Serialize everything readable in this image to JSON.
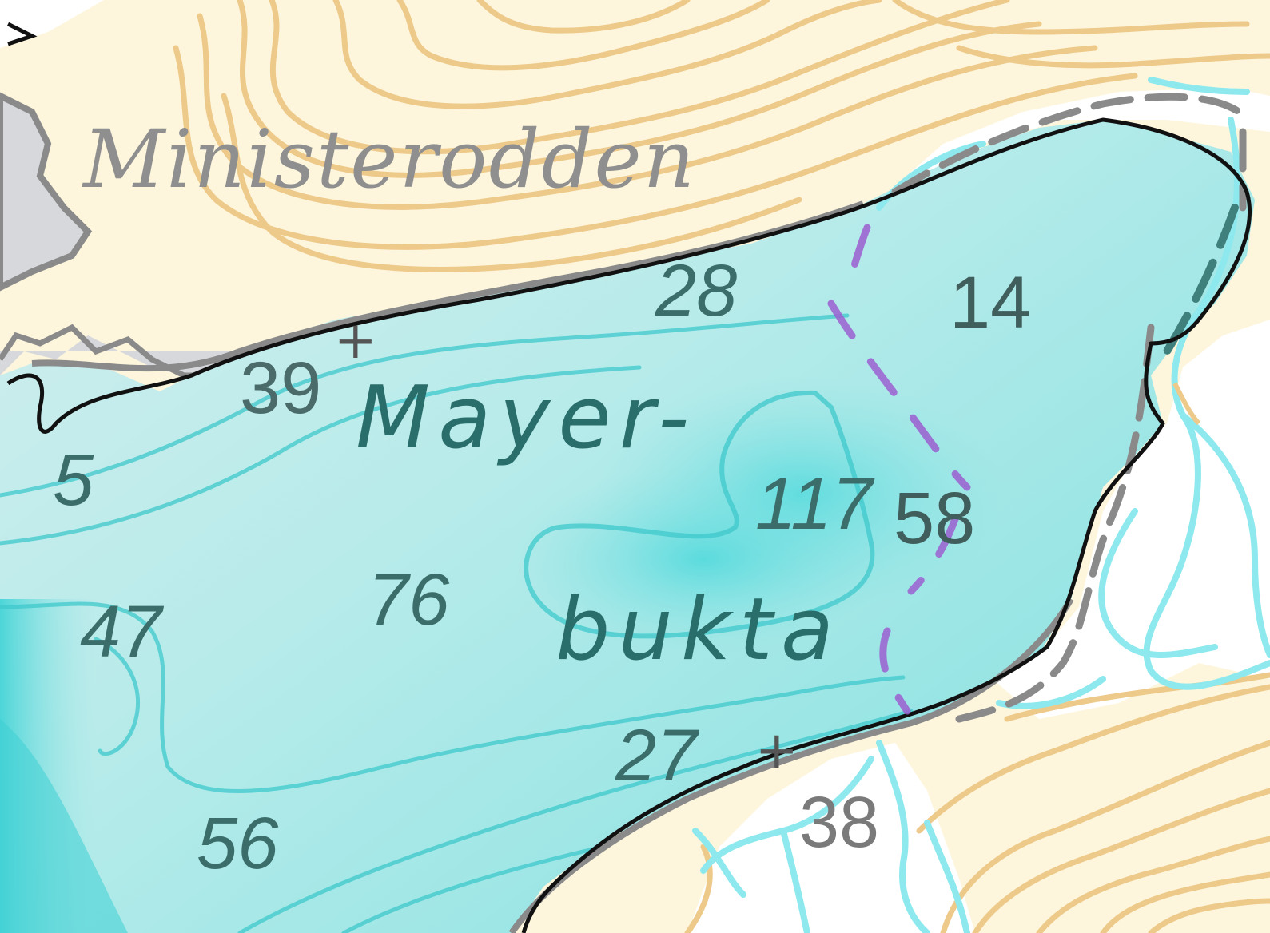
{
  "map": {
    "place_names": {
      "land": "Ministerodden",
      "bay_line1": "Mayer-",
      "bay_line2": "bukta"
    },
    "depth_labels": [
      "5",
      "39",
      "28",
      "76",
      "47",
      "56",
      "27",
      "117"
    ],
    "height_labels": [
      "14",
      "58",
      "38"
    ],
    "spot_marker": "+",
    "colors": {
      "land": "#fdf6dc",
      "land_contour": "#edc98a",
      "water": "#8fe3e3",
      "water_contour": "#3fc9cc",
      "stream": "#8ee9ee",
      "shoreline": "#111111",
      "boundary_gray": "#8a8a8a",
      "boundary_purple": "#9b5fd0",
      "built_area": "#d6d8dc",
      "glacier": "#ffffff"
    }
  }
}
